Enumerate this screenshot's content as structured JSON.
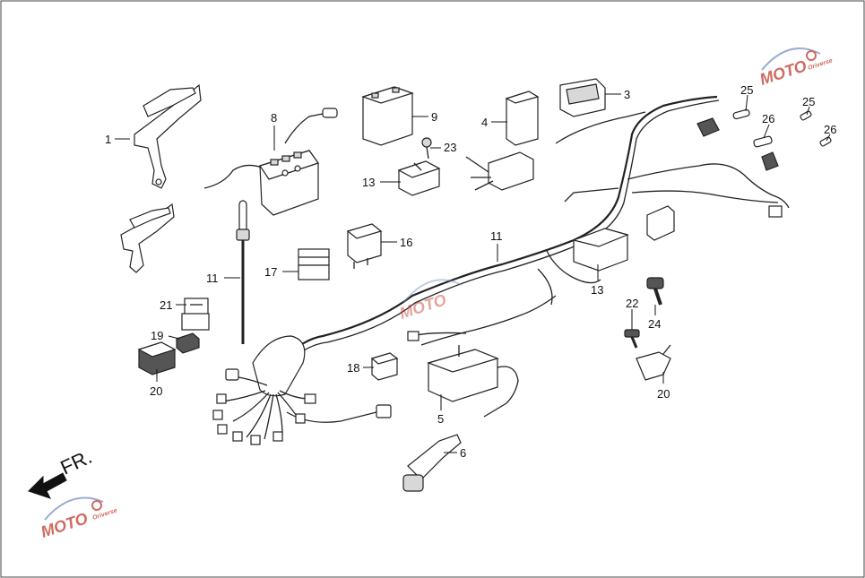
{
  "diagram": {
    "direction_label": "FR.",
    "watermark": {
      "text": "MOTO",
      "subtext": "Oriverse",
      "color": "#c0392b",
      "accent": "#7a8fc4"
    },
    "callouts": [
      {
        "id": "c1",
        "text": "1"
      },
      {
        "id": "c3",
        "text": "3"
      },
      {
        "id": "c4",
        "text": "4"
      },
      {
        "id": "c5",
        "text": "5"
      },
      {
        "id": "c6",
        "text": "6"
      },
      {
        "id": "c8",
        "text": "8"
      },
      {
        "id": "c9",
        "text": "9"
      },
      {
        "id": "c11a",
        "text": "11"
      },
      {
        "id": "c11b",
        "text": "11"
      },
      {
        "id": "c13a",
        "text": "13"
      },
      {
        "id": "c13b",
        "text": "13"
      },
      {
        "id": "c16",
        "text": "16"
      },
      {
        "id": "c17",
        "text": "17"
      },
      {
        "id": "c18",
        "text": "18"
      },
      {
        "id": "c19",
        "text": "19"
      },
      {
        "id": "c20a",
        "text": "20"
      },
      {
        "id": "c20b",
        "text": "20"
      },
      {
        "id": "c21",
        "text": "21"
      },
      {
        "id": "c22",
        "text": "22"
      },
      {
        "id": "c23",
        "text": "23"
      },
      {
        "id": "c24",
        "text": "24"
      },
      {
        "id": "c25a",
        "text": "25"
      },
      {
        "id": "c25b",
        "text": "25"
      },
      {
        "id": "c26a",
        "text": "26"
      },
      {
        "id": "c26b",
        "text": "26"
      }
    ]
  }
}
